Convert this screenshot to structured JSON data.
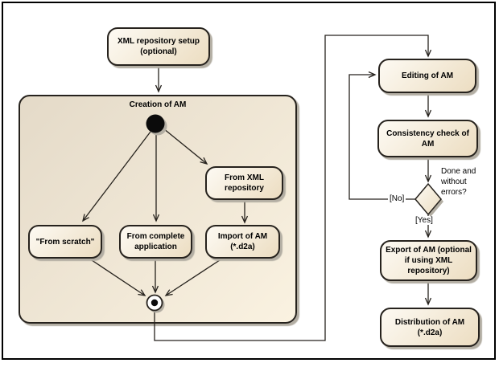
{
  "colors": {
    "background": "#ffffff",
    "frame_border": "#000000",
    "border": "#26221d",
    "shadow": "#b3aea3",
    "text": "#000000",
    "node_fill_start": "#fdfaf3",
    "node_fill_end": "#ecddc1",
    "container_fill_start": "#e4dac8",
    "container_fill_end": "#faf2e1"
  },
  "nodes": {
    "xml_setup": {
      "label": "XML repository setup\n(optional)"
    },
    "creation": {
      "label": "Creation of AM"
    },
    "from_xml": {
      "label": "From XML\nrepository"
    },
    "from_scratch": {
      "label": "\"From scratch\""
    },
    "from_complete": {
      "label": "From complete\napplication"
    },
    "import_am": {
      "label": "Import of AM\n(*.d2a)"
    },
    "editing": {
      "label": "Editing of AM"
    },
    "consistency": {
      "label": "Consistency check of\nAM"
    },
    "decision": {
      "label": "Done and\nwithout\nerrors?"
    },
    "export_am": {
      "label": "Export of AM (optional\nif using XML\nrepository)"
    },
    "distribution": {
      "label": "Distribution of AM\n(*.d2a)"
    }
  },
  "labels": {
    "no": "[No]",
    "yes": "[Yes]"
  }
}
